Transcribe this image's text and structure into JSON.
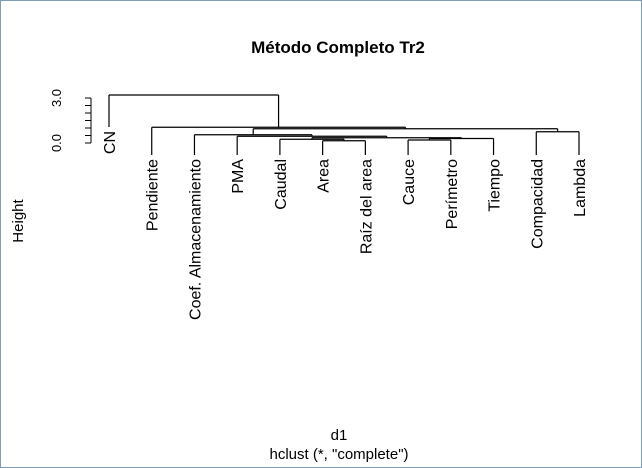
{
  "chart_data": {
    "type": "dendrogram",
    "title": "Método Completo Tr2",
    "xlabel": "d1",
    "sublabel": "hclust (*, \"complete\")",
    "ylabel": "Height",
    "y_ticks": [
      "0.0",
      "3.0"
    ],
    "ylim": [
      0,
      3.5
    ],
    "leaves": [
      "CN",
      "Pendiente",
      "Coef. Almacenamiento",
      "PMA",
      "Caudal",
      "Area",
      "Raíz del area",
      "Cauce",
      "Perímetro",
      "Tiempo",
      "Compacidad",
      "Lambda"
    ],
    "merges": [
      {
        "id": "m1",
        "left": "leaf:Area",
        "right": "leaf:Raíz del area",
        "height": 0.15
      },
      {
        "id": "m2",
        "left": "leaf:Caudal",
        "right": "merge:m1",
        "height": 0.25
      },
      {
        "id": "m3",
        "left": "leaf:Cauce",
        "right": "leaf:Perímetro",
        "height": 0.2
      },
      {
        "id": "m4",
        "left": "merge:m3",
        "right": "leaf:Tiempo",
        "height": 0.3
      },
      {
        "id": "m5",
        "left": "merge:m2",
        "right": "merge:m4",
        "height": 0.35
      },
      {
        "id": "m6",
        "left": "leaf:PMA",
        "right": "merge:m5",
        "height": 0.45
      },
      {
        "id": "m7",
        "left": "leaf:Coef. Almacenamiento",
        "right": "merge:m6",
        "height": 0.55
      },
      {
        "id": "m8",
        "left": "leaf:Compacidad",
        "right": "leaf:Lambda",
        "height": 0.75
      },
      {
        "id": "m9",
        "left": "merge:m7",
        "right": "merge:m8",
        "height": 0.95
      },
      {
        "id": "m10",
        "left": "leaf:Pendiente",
        "right": "merge:m9",
        "height": 1.05
      },
      {
        "id": "m11",
        "left": "leaf:CN",
        "right": "merge:m10",
        "height": 3.2
      }
    ]
  }
}
